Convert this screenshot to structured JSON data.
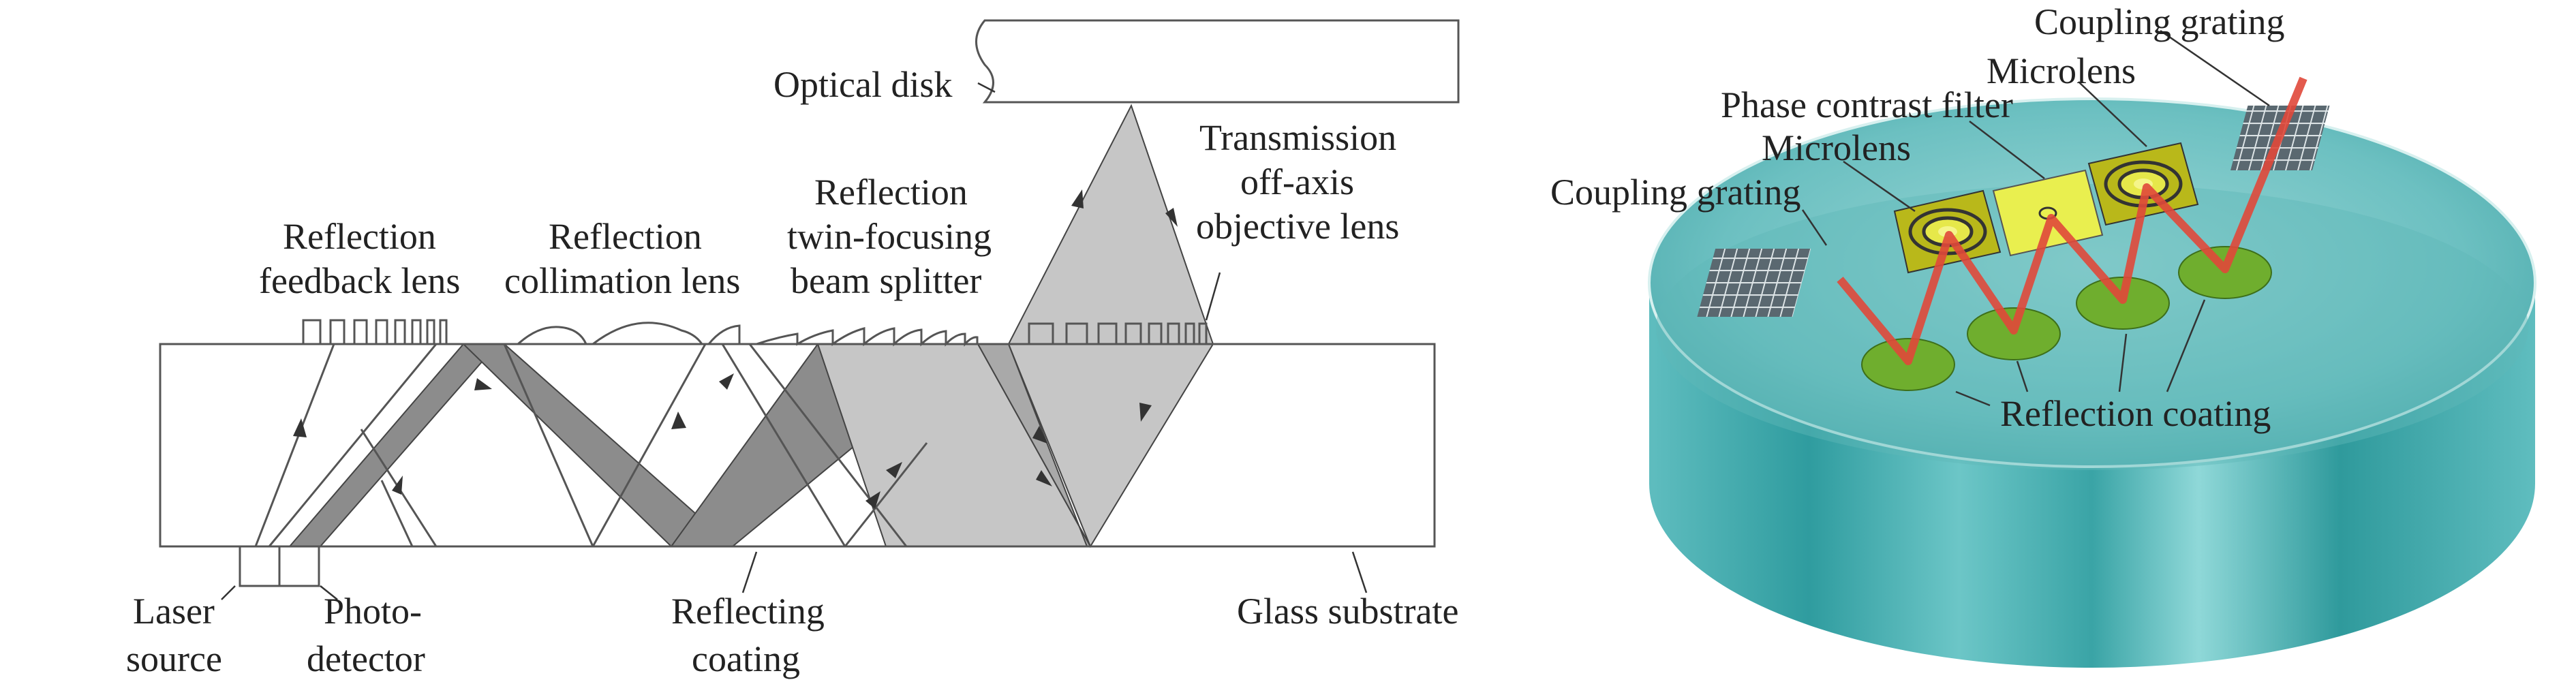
{
  "left_diagram": {
    "labels": {
      "optical_disk": "Optical disk",
      "transmission_1": "Transmission",
      "transmission_2": "off-axis",
      "transmission_3": "objective lens",
      "twin_1": "Reflection",
      "twin_2": "twin-focusing",
      "twin_3": "beam splitter",
      "collimation_1": "Reflection",
      "collimation_2": "collimation lens",
      "feedback_1": "Reflection",
      "feedback_2": "feedback lens",
      "laser_1": "Laser",
      "laser_2": "source",
      "photo_1": "Photo-",
      "photo_2": "detector",
      "reflecting_1": "Reflecting",
      "reflecting_2": "coating",
      "glass": "Glass substrate"
    }
  },
  "right_diagram": {
    "labels": {
      "coupling_top": "Coupling grating",
      "microlens_top": "Microlens",
      "phase_filter": "Phase contrast filter",
      "microlens_left": "Microlens",
      "coupling_left": "Coupling grating",
      "reflection_coating": "Reflection coating"
    }
  },
  "colors": {
    "beam_dark": "#8c8c8c",
    "beam_mid": "#a9a9a9",
    "beam_light": "#c6c6c6",
    "disk_teal": "#4fb3b5",
    "laser_red": "#e0483a",
    "lens_yellow": "#d9dd2a",
    "coating_green": "#6fae2e"
  }
}
